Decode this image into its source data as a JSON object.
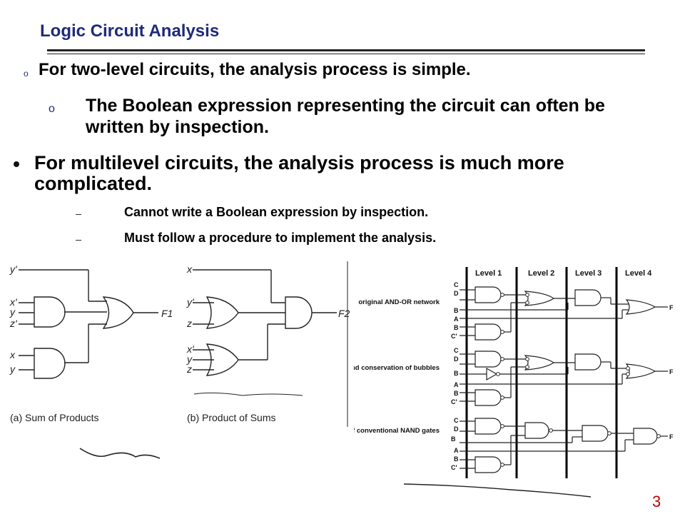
{
  "slide": {
    "title": "Logic Circuit Analysis",
    "page_number": "3"
  },
  "bullets": {
    "b1": "For two-level circuits, the analysis process is simple.",
    "b2": "The Boolean expression representing the circuit can often be written by inspection.",
    "b3": "For multilevel circuits, the analysis process is much more complicated.",
    "b4": "Cannot write a Boolean expression by inspection.",
    "b5": "Must follow a procedure to implement the analysis."
  },
  "figure_left": {
    "caption_a": "(a) Sum of Products",
    "caption_b": "(b) Product of Sums",
    "inputs_a": [
      "y'",
      "x'",
      "y",
      "z'",
      "x",
      "y"
    ],
    "inputs_b": [
      "x",
      "y'",
      "z",
      "x'",
      "y",
      "z"
    ],
    "output_a": "F1",
    "output_b": "F2"
  },
  "figure_right": {
    "levels": [
      "Level 1",
      "Level 2",
      "Level 3",
      "Level 4"
    ],
    "row_labels": [
      "original AND-OR network",
      "introduction and conservation of bubbles",
      "redrawn in terms of conventional NAND gates"
    ],
    "inputs": [
      "C",
      "D",
      "B",
      "A",
      "B",
      "C'"
    ],
    "output": "F"
  }
}
